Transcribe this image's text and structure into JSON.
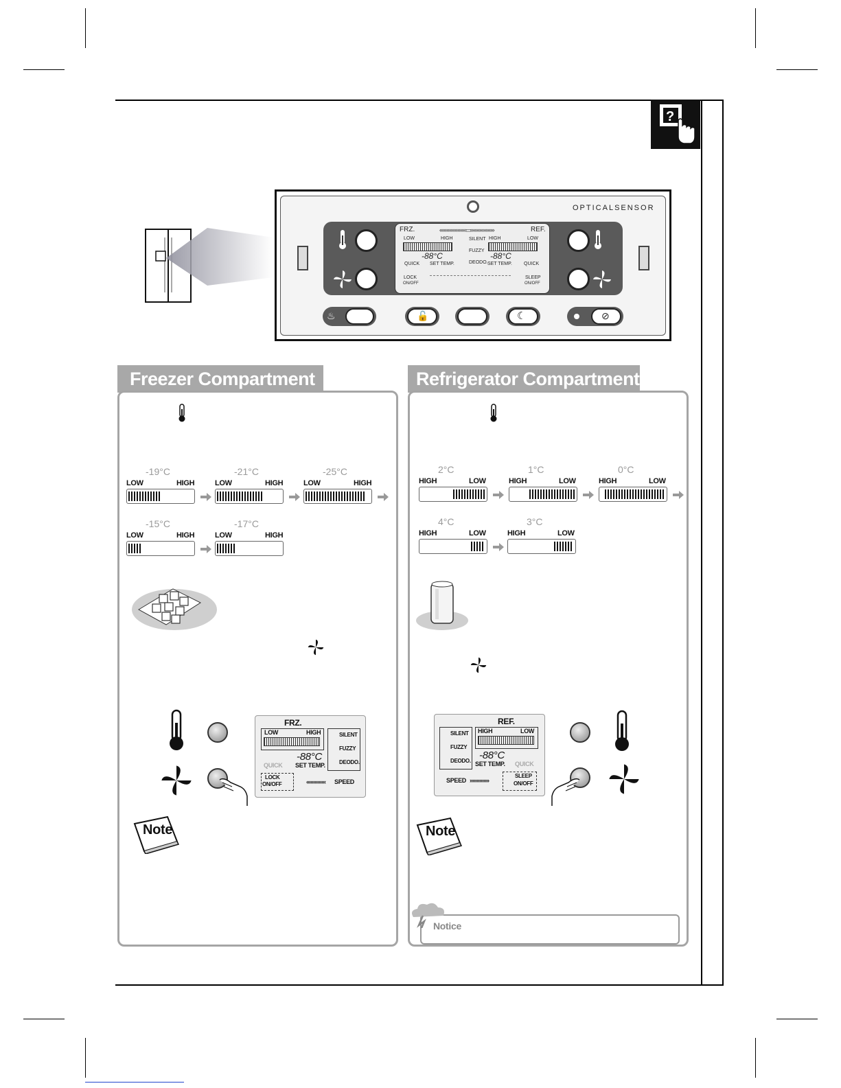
{
  "control_panel": {
    "brand": "OPTICALSENSOR",
    "lcd": {
      "frz": "FRZ.",
      "ref": "REF.",
      "low": "LOW",
      "high": "HIGH",
      "silent": "SILENT",
      "fuzzy": "FUZZY",
      "deodo": "DEODO.",
      "temp": "-88°C",
      "set_temp": "SET TEMP.",
      "quick": "QUICK",
      "lock": "LOCK",
      "on_off": "ON/OFF",
      "sleep": "SLEEP"
    }
  },
  "freezer": {
    "title": "Freezer Compartment",
    "temps_row1": [
      {
        "temp": "-19°C",
        "left": "LOW",
        "right": "HIGH",
        "fill": 0.5
      },
      {
        "temp": "-21°C",
        "left": "LOW",
        "right": "HIGH",
        "fill": 0.72
      },
      {
        "temp": "-25°C",
        "left": "LOW",
        "right": "HIGH",
        "fill": 0.95
      }
    ],
    "temps_row2": [
      {
        "temp": "-15°C",
        "left": "LOW",
        "right": "HIGH",
        "fill": 0.22
      },
      {
        "temp": "-17°C",
        "left": "LOW",
        "right": "HIGH",
        "fill": 0.3
      }
    ],
    "lcd": {
      "title": "FRZ.",
      "low": "LOW",
      "high": "HIGH",
      "silent": "SILENT",
      "fuzzy": "FUZZY",
      "deodo": "DEODO.",
      "quick": "QUICK",
      "temp": "-88°C",
      "set_temp": "SET TEMP.",
      "lock": "LOCK",
      "on_off": "ON/OFF",
      "speed": "SPEED"
    },
    "note": "Note"
  },
  "refrigerator": {
    "title": "Refrigerator Compartment",
    "temps_row1": [
      {
        "temp": "2°C",
        "left": "HIGH",
        "right": "LOW",
        "fill": 0.5
      },
      {
        "temp": "1°C",
        "left": "HIGH",
        "right": "LOW",
        "fill": 0.72
      },
      {
        "temp": "0°C",
        "left": "HIGH",
        "right": "LOW",
        "fill": 0.95
      }
    ],
    "temps_row2": [
      {
        "temp": "4°C",
        "left": "HIGH",
        "right": "LOW",
        "fill": 0.22
      },
      {
        "temp": "3°C",
        "left": "HIGH",
        "right": "LOW",
        "fill": 0.3
      }
    ],
    "lcd": {
      "title": "REF.",
      "high": "HIGH",
      "low": "LOW",
      "silent": "SILENT",
      "fuzzy": "FUZZY",
      "deodo": "DEODO.",
      "quick": "QUICK",
      "temp": "-88°C",
      "set_temp": "SET TEMP.",
      "sleep": "SLEEP",
      "on_off": "ON/OFF",
      "speed": "SPEED"
    },
    "note": "Note",
    "notice": "Notice"
  },
  "colors": {
    "tab": "#a8a8a8",
    "panel_border": "#a5a5a5",
    "dark_panel": "#5a5a5a"
  }
}
